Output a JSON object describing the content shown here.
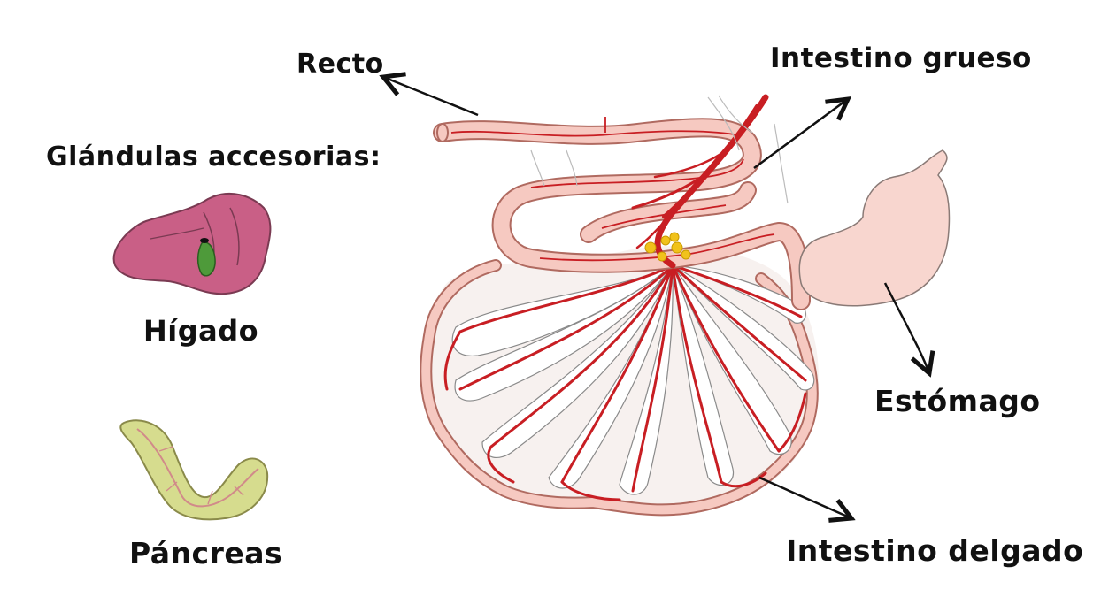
{
  "labels": {
    "recto": "Recto",
    "intestino_grueso": "Intestino grueso",
    "glandulas_accesorias": "Glándulas accesorias:",
    "higado": "Hígado",
    "estomago": "Estómago",
    "pancreas": "Páncreas",
    "intestino_delgado": "Intestino delgado"
  },
  "colors": {
    "intestine_fill": "#f6c9c1",
    "intestine_stroke": "#b06a60",
    "blood_vessel": "#c81e23",
    "stomach_fill": "#f8d6cf",
    "liver_fill": "#c95f86",
    "gallbladder_fill": "#4e9a3a",
    "pancreas_fill": "#d6dc8e",
    "lymph_node": "#f1c21b",
    "arrow": "#111111"
  }
}
